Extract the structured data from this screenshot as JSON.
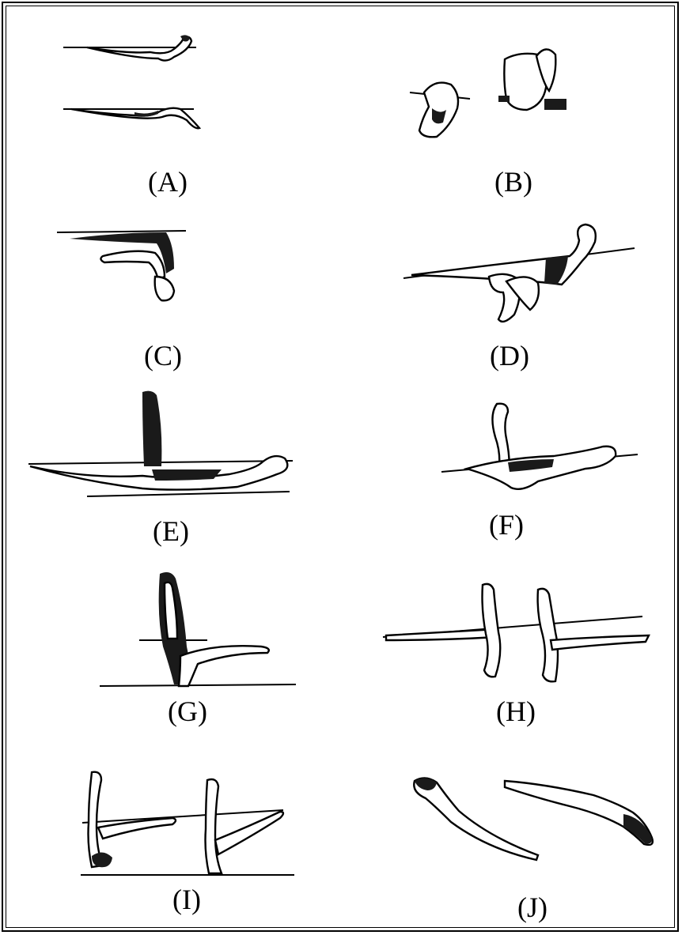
{
  "figure": {
    "panels": [
      {
        "id": "A",
        "label": "(A)"
      },
      {
        "id": "B",
        "label": "(B)"
      },
      {
        "id": "C",
        "label": "(C)"
      },
      {
        "id": "D",
        "label": "(D)"
      },
      {
        "id": "E",
        "label": "(E)"
      },
      {
        "id": "F",
        "label": "(F)"
      },
      {
        "id": "G",
        "label": "(G)"
      },
      {
        "id": "H",
        "label": "(H)"
      },
      {
        "id": "I",
        "label": "(I)"
      },
      {
        "id": "J",
        "label": "(J)"
      }
    ]
  },
  "colors": {
    "ink": "#1a1a1a",
    "paper": "#ffffff"
  }
}
